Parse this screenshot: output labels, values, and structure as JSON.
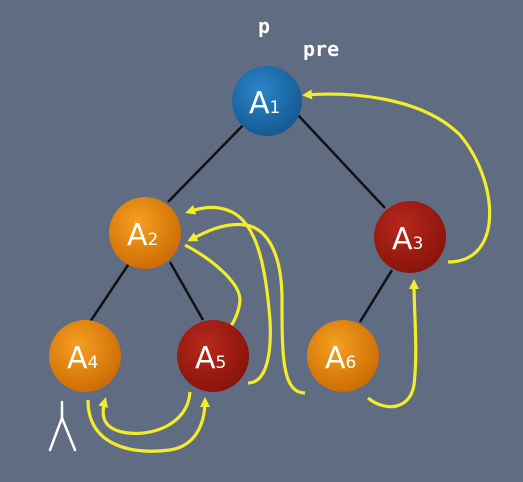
{
  "pointers": {
    "p": "p",
    "pre": "pre"
  },
  "colors": {
    "background": "#5f6c82",
    "current_node": "#1f6fae",
    "orange_node": "#e8870e",
    "red_node": "#a51d14",
    "thread": "#f3ec2a",
    "edge": "#111111"
  },
  "nodes": [
    {
      "id": "A1",
      "base": "A",
      "sub": "1",
      "color": "blue"
    },
    {
      "id": "A2",
      "base": "A",
      "sub": "2",
      "color": "orange"
    },
    {
      "id": "A3",
      "base": "A",
      "sub": "3",
      "color": "red"
    },
    {
      "id": "A4",
      "base": "A",
      "sub": "4",
      "color": "orange"
    },
    {
      "id": "A5",
      "base": "A",
      "sub": "5",
      "color": "red"
    },
    {
      "id": "A6",
      "base": "A",
      "sub": "6",
      "color": "orange"
    }
  ]
}
